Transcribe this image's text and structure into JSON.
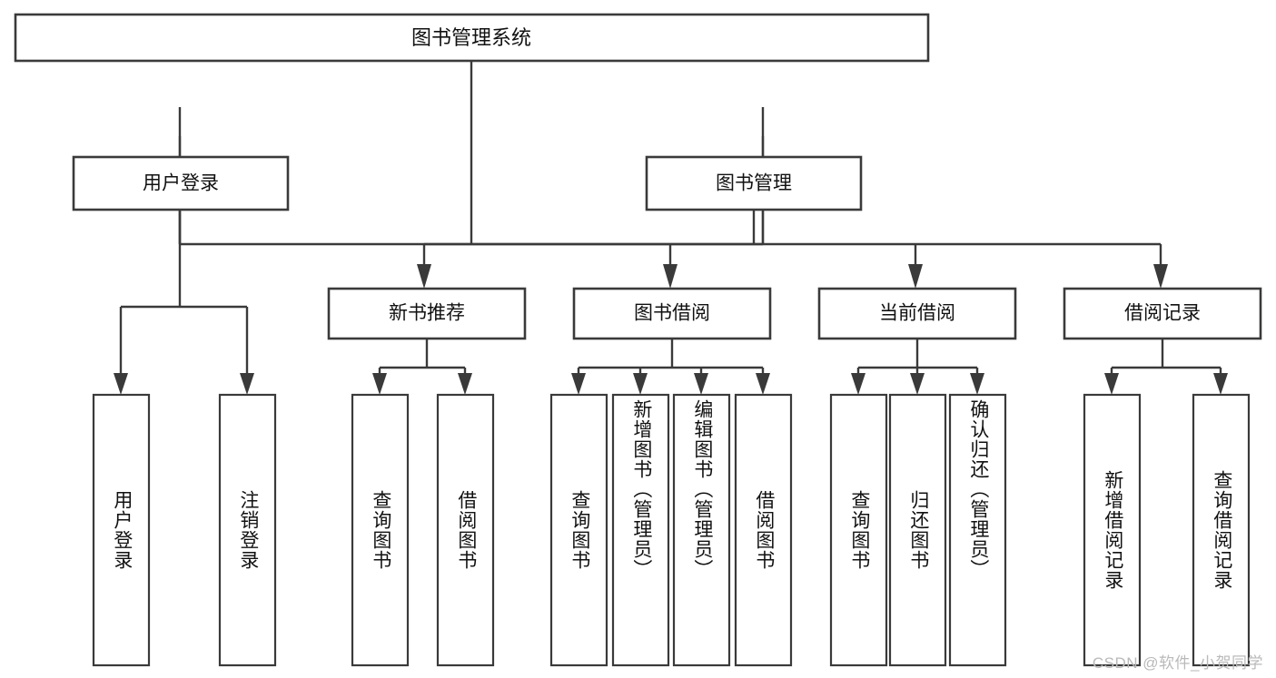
{
  "diagram": {
    "type": "tree",
    "title": "图书管理系统",
    "root": {
      "id": "root",
      "label": "图书管理系统",
      "level": 0
    },
    "level1": [
      {
        "id": "user-login",
        "label": "用户登录"
      },
      {
        "id": "book-management",
        "label": "图书管理"
      }
    ],
    "level2": [
      {
        "id": "new-book-recommend",
        "label": "新书推荐",
        "parent": "book-management"
      },
      {
        "id": "book-borrow",
        "label": "图书借阅",
        "parent": "book-management"
      },
      {
        "id": "current-borrow",
        "label": "当前借阅",
        "parent": "book-management"
      },
      {
        "id": "borrow-record",
        "label": "借阅记录",
        "parent": "book-management"
      }
    ],
    "leaves": [
      {
        "id": "leaf-user-login",
        "label": "用户登录",
        "parent": "user-login"
      },
      {
        "id": "leaf-logout-login",
        "label": "注销登录",
        "parent": "user-login"
      },
      {
        "id": "leaf-query-book-1",
        "label": "查询图书",
        "parent": "new-book-recommend"
      },
      {
        "id": "leaf-borrow-book-1",
        "label": "借阅图书",
        "parent": "new-book-recommend"
      },
      {
        "id": "leaf-query-book-2",
        "label": "查询图书",
        "parent": "book-borrow"
      },
      {
        "id": "leaf-add-book",
        "label": "新增图书（管理员）",
        "parent": "book-borrow"
      },
      {
        "id": "leaf-edit-book",
        "label": "编辑图书（管理员）",
        "parent": "book-borrow"
      },
      {
        "id": "leaf-borrow-book-2",
        "label": "借阅图书",
        "parent": "book-borrow"
      },
      {
        "id": "leaf-query-book-3",
        "label": "查询图书",
        "parent": "current-borrow"
      },
      {
        "id": "leaf-return-book",
        "label": "归还图书",
        "parent": "current-borrow"
      },
      {
        "id": "leaf-confirm-return",
        "label": "确认归还（管理员）",
        "parent": "current-borrow"
      },
      {
        "id": "leaf-add-record",
        "label": "新增借阅记录",
        "parent": "borrow-record"
      },
      {
        "id": "leaf-query-record",
        "label": "查询借阅记录",
        "parent": "borrow-record"
      }
    ]
  },
  "watermark": {
    "text": "CSDN @软件_小贺同学"
  },
  "colors": {
    "stroke": "#3a3a3a",
    "text": "#111111",
    "background": "#ffffff",
    "watermark": "#b9b9b9"
  }
}
